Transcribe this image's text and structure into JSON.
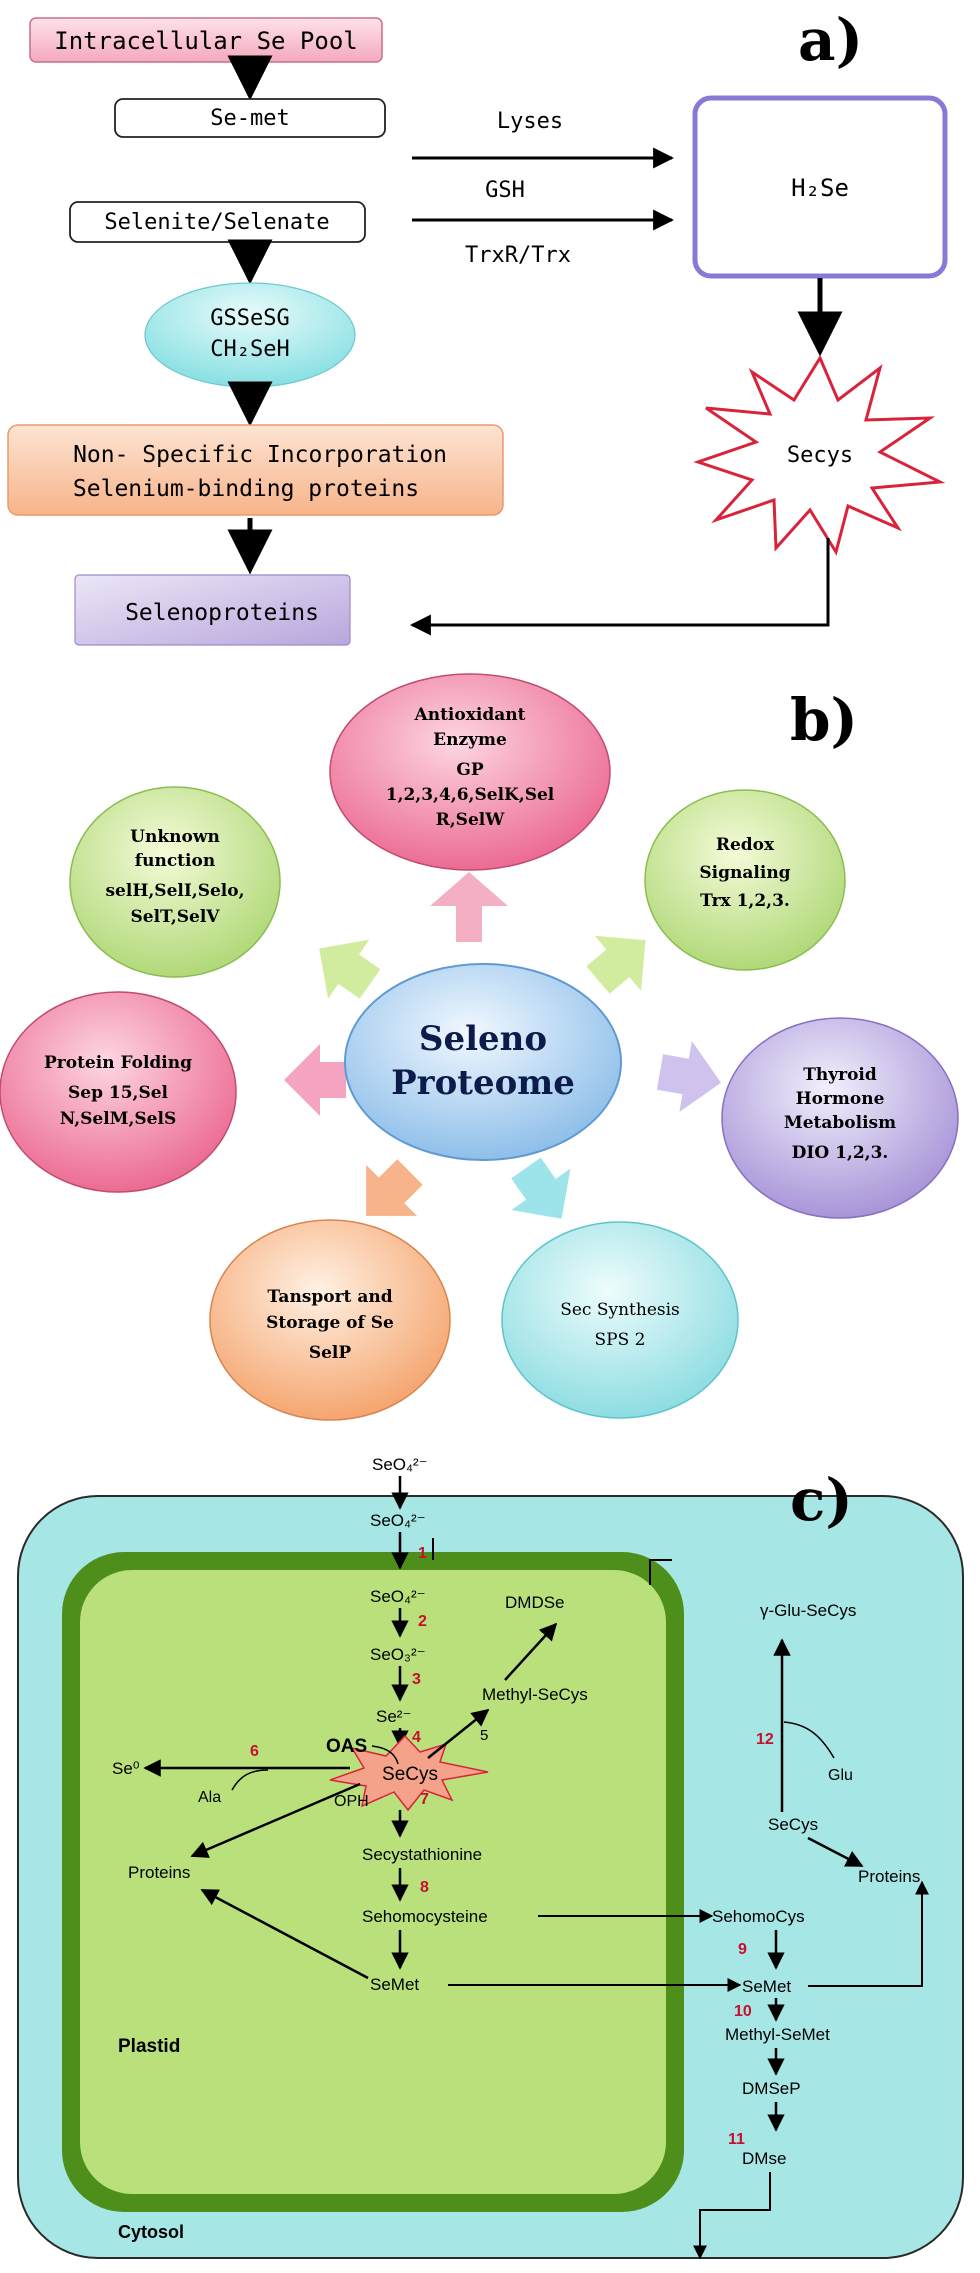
{
  "panel_a": {
    "label": "a)",
    "pool": "Intracellular Se Pool",
    "semet": "Se-met",
    "selenite": "Selenite/Selenate",
    "gssesg_1": "GSSeSG",
    "gssesg_2": "CH₂SeH",
    "nonspecific_1": "Non- Specific Incorporation",
    "nonspecific_2": "Selenium-binding proteins",
    "selenoproteins": "Selenoproteins",
    "lyses": "Lyses",
    "gsh": "GSH",
    "trxr": "TrxR/Trx",
    "h2se": "H₂Se",
    "secys": "Secys"
  },
  "panel_b": {
    "label": "b)",
    "center_1": "Seleno",
    "center_2": "Proteome",
    "antiox": [
      "Antioxidant",
      "Enzyme",
      "GP",
      "1,2,3,4,6,SelK,Sel",
      "R,SelW"
    ],
    "redox": [
      "Redox",
      "Signaling",
      "Trx 1,2,3."
    ],
    "thyroid": [
      "Thyroid",
      "Hormone",
      "Metabolism",
      "DIO 1,2,3."
    ],
    "secsynth": [
      "Sec Synthesis",
      "SPS 2"
    ],
    "transport": [
      "Tansport and",
      "Storage of Se",
      "SelP"
    ],
    "folding": [
      "Protein Folding",
      "Sep 15,Sel",
      "N,SelM,SelS"
    ],
    "unknown": [
      "Unknown",
      "function",
      "selH,SelI,Selo,",
      "SelT,SelV"
    ]
  },
  "panel_c": {
    "label": "c)",
    "seo4_top": "SeO₄²⁻",
    "seo4_2": "SeO₄²⁻",
    "seo4_3": "SeO₄²⁻",
    "seo3": "SeO₃²⁻",
    "se2": "Se²⁻",
    "secys": "SeCys",
    "oas": "OAS",
    "oph": "OPH",
    "secystathionine": "Secystathionine",
    "sehomocysteine": "Sehomocysteine",
    "semet": "SeMet",
    "proteins": "Proteins",
    "se0": "Se⁰",
    "ala": "Ala",
    "methyl_secys": "Methyl-SeCys",
    "dmdse": "DMDSe",
    "plastid": "Plastid",
    "cytosol": "Cytosol",
    "gglu": "γ-Glu-SeCys",
    "glu": "Glu",
    "secys_cyt": "SeCys",
    "proteins_cyt": "Proteins",
    "sehomocys_cyt": "SehomoCys",
    "semet_cyt": "SeMet",
    "methyl_semet": "Methyl-SeMet",
    "dmsep": "DMSeP",
    "dmse": "DMse",
    "n1": "1",
    "n2": "2",
    "n3": "3",
    "n4": "4",
    "n5": "5",
    "n6": "6",
    "n7": "7",
    "n8": "8",
    "n9": "9",
    "n10": "10",
    "n11": "11",
    "n12": "12"
  },
  "colors": {
    "red_number": "#c8102e",
    "plastid_fill": "#b9e07a",
    "plastid_border": "#4e8f1c",
    "cytosol_fill": "#a6e6e4",
    "h2se_border": "#8a78d6",
    "star_border": "#d9233a"
  }
}
